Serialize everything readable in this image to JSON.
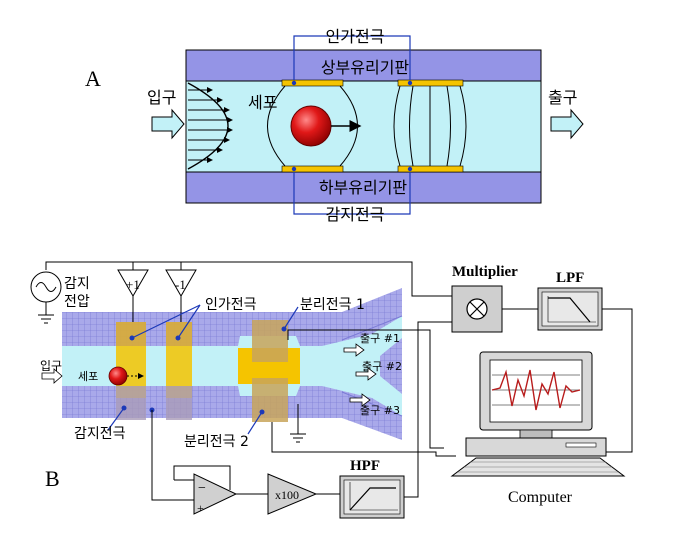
{
  "panel_a": {
    "label": "A",
    "applied_electrode": "인가전극",
    "upper_substrate": "상부유리기판",
    "lower_substrate": "하부유리기판",
    "sensing_electrode": "감지전극",
    "inlet": "입구",
    "outlet": "출구",
    "cell": "세포"
  },
  "panel_b": {
    "label": "B",
    "source_label_1": "감지",
    "source_label_2": "전압",
    "amp_plus": "+1",
    "amp_minus": "-1",
    "applied_electrode": "인가전극",
    "separation_electrode_1": "분리전극 1",
    "separation_electrode_2": "분리전극 2",
    "sensing_electrode": "감지전극",
    "inlet": "입구",
    "cell": "세포",
    "outlet_1": "출구 #1",
    "outlet_2": "출구 #2",
    "outlet_3": "출구 #3",
    "multiplier": "Multiplier",
    "lpf": "LPF",
    "hpf": "HPF",
    "gain": "x100",
    "computer": "Computer",
    "opamp_minus": "−",
    "opamp_plus": "+"
  },
  "colors": {
    "substrate": "#8f8fe4",
    "channel": "#bdf3f8",
    "electrode": "#f5c400",
    "cell": "#c81a1a",
    "mesh": "#7b7bd6",
    "box": "#cfcfcf"
  }
}
